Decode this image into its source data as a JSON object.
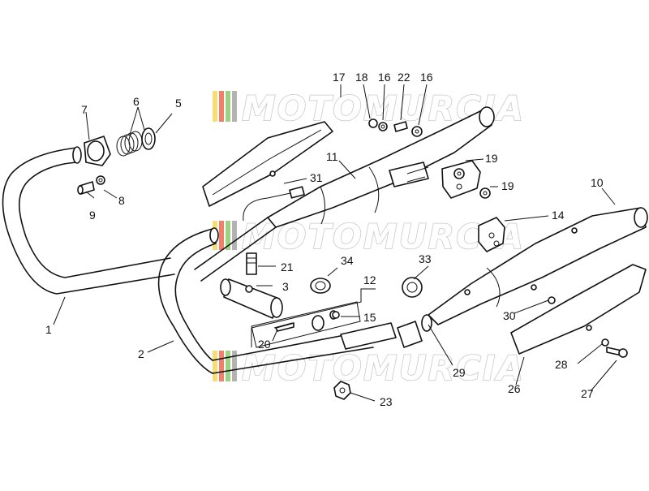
{
  "diagram": {
    "callouts": [
      {
        "id": "c1",
        "label": "1"
      },
      {
        "id": "c2",
        "label": "2"
      },
      {
        "id": "c3",
        "label": "3"
      },
      {
        "id": "c5",
        "label": "5"
      },
      {
        "id": "c6",
        "label": "6"
      },
      {
        "id": "c7",
        "label": "7"
      },
      {
        "id": "c8",
        "label": "8"
      },
      {
        "id": "c9",
        "label": "9"
      },
      {
        "id": "c10",
        "label": "10"
      },
      {
        "id": "c11",
        "label": "11"
      },
      {
        "id": "c12",
        "label": "12"
      },
      {
        "id": "c14",
        "label": "14"
      },
      {
        "id": "c15",
        "label": "15"
      },
      {
        "id": "c16a",
        "label": "16"
      },
      {
        "id": "c16b",
        "label": "16"
      },
      {
        "id": "c17",
        "label": "17"
      },
      {
        "id": "c18",
        "label": "18"
      },
      {
        "id": "c19a",
        "label": "19"
      },
      {
        "id": "c19b",
        "label": "19"
      },
      {
        "id": "c20",
        "label": "20"
      },
      {
        "id": "c21",
        "label": "21"
      },
      {
        "id": "c22",
        "label": "22"
      },
      {
        "id": "c23",
        "label": "23"
      },
      {
        "id": "c26",
        "label": "26"
      },
      {
        "id": "c27",
        "label": "27"
      },
      {
        "id": "c28",
        "label": "28"
      },
      {
        "id": "c29",
        "label": "29"
      },
      {
        "id": "c30",
        "label": "30"
      },
      {
        "id": "c31",
        "label": "31"
      },
      {
        "id": "c33",
        "label": "33"
      },
      {
        "id": "c34",
        "label": "34"
      }
    ],
    "watermark": {
      "text": "MOTOMURCIA",
      "stripe_colors": [
        "#f2d24a",
        "#e8553b",
        "#7cc35a",
        "#9a9a9a"
      ]
    }
  }
}
